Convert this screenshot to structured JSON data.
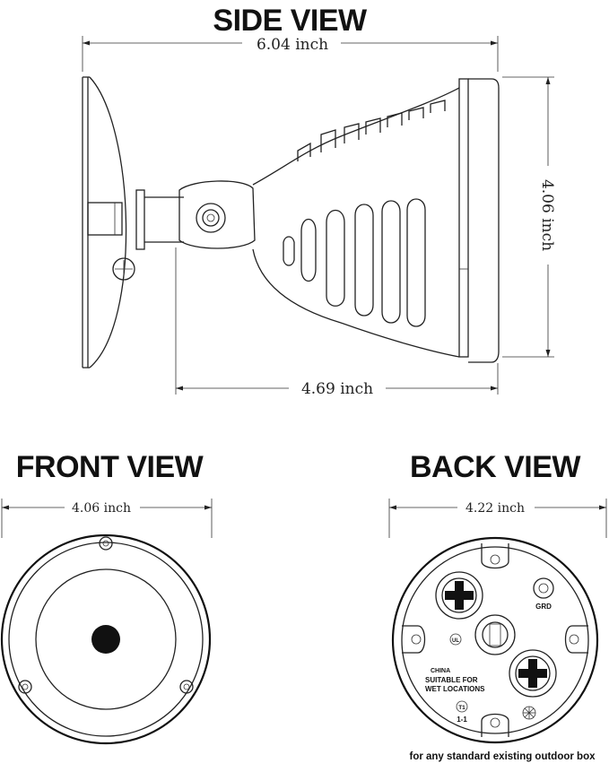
{
  "side_view": {
    "title": "SIDE VIEW",
    "width_dim": "6.04 inch",
    "height_dim": "4.06 inch",
    "depth_dim": "4.69 inch"
  },
  "front_view": {
    "title": "FRONT VIEW",
    "width_dim": "4.06 inch"
  },
  "back_view": {
    "title": "BACK VIEW",
    "width_dim": "4.22 inch",
    "labels": {
      "grd": "GRD",
      "origin": "CHINA",
      "suitable_line1": "SUITABLE FOR",
      "suitable_line2": "WET LOCATIONS",
      "code_t": "T1",
      "code_num": "1-1"
    },
    "caption": "for any standard existing outdoor box"
  },
  "colors": {
    "line": "#222222",
    "background": "#ffffff"
  }
}
